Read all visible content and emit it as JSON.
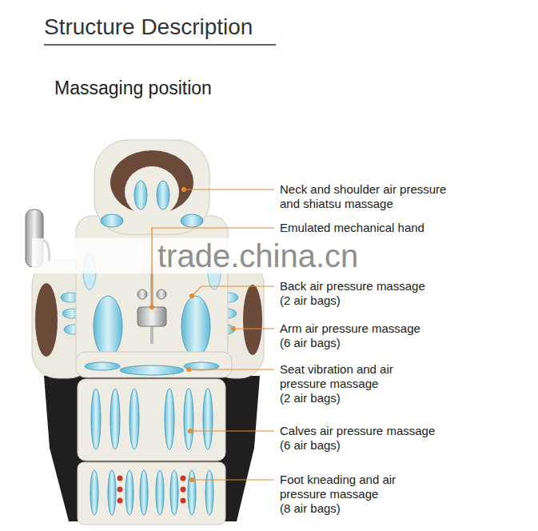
{
  "diagram": {
    "title": "Structure Description",
    "labels": [
      "Massaging position",
      "Neck and shoulder air pressure and shiatsu massage",
      "Emulated mechanical hand",
      "trade.china.cn",
      "Back air pressure massage (2 air bags)",
      "Arm air pressure massage (6 air bags)",
      "Seat vibration and air pressure massage (2 air bags)",
      "Calves air pressure massage (6 air bags)",
      "Foot kneading and air pressure massage (8 air bags)"
    ]
  }
}
